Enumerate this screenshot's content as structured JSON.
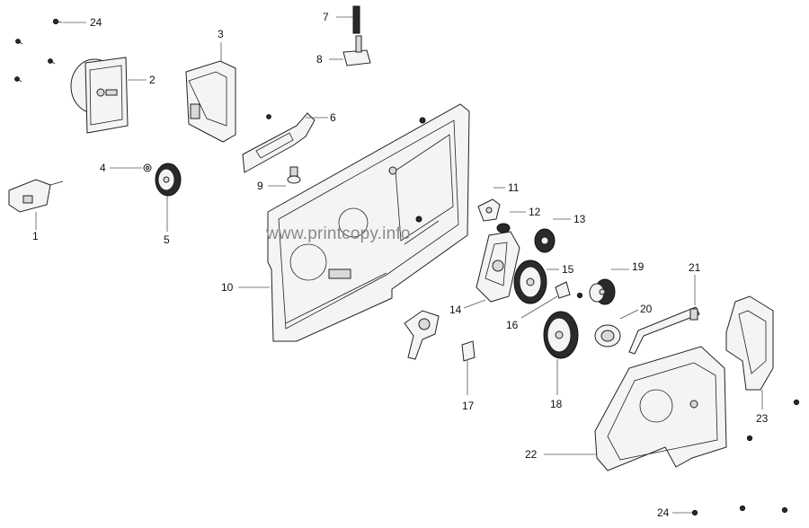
{
  "diagram": {
    "watermark": "www.printcopy.info",
    "callouts": [
      {
        "id": "1",
        "text": "1"
      },
      {
        "id": "2",
        "text": "2"
      },
      {
        "id": "3",
        "text": "3"
      },
      {
        "id": "4",
        "text": "4"
      },
      {
        "id": "5",
        "text": "5"
      },
      {
        "id": "6",
        "text": "6"
      },
      {
        "id": "7",
        "text": "7"
      },
      {
        "id": "8",
        "text": "8"
      },
      {
        "id": "9",
        "text": "9"
      },
      {
        "id": "10",
        "text": "10"
      },
      {
        "id": "11",
        "text": "11"
      },
      {
        "id": "12",
        "text": "12"
      },
      {
        "id": "13",
        "text": "13"
      },
      {
        "id": "14",
        "text": "14"
      },
      {
        "id": "15",
        "text": "15"
      },
      {
        "id": "16",
        "text": "16"
      },
      {
        "id": "17",
        "text": "17"
      },
      {
        "id": "18",
        "text": "18"
      },
      {
        "id": "19",
        "text": "19"
      },
      {
        "id": "20",
        "text": "20"
      },
      {
        "id": "21",
        "text": "21"
      },
      {
        "id": "22",
        "text": "22"
      },
      {
        "id": "23",
        "text": "23"
      },
      {
        "id": "24a",
        "text": "24"
      },
      {
        "id": "24b",
        "text": "24"
      }
    ]
  }
}
